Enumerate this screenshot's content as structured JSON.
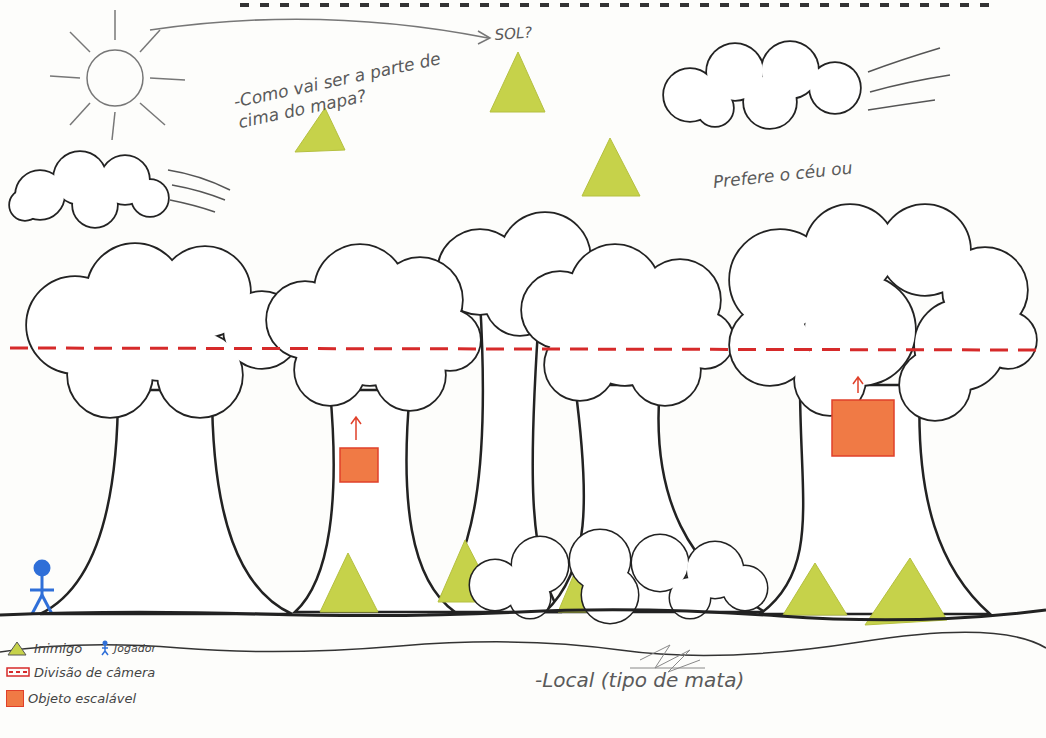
{
  "diagram": {
    "labels": [
      "SOL?",
      "-Como vai ser a parte de cima do mapa?",
      "Prefere o céu ou",
      "-Local (tipo de mata)"
    ],
    "legend": [
      {
        "text": "Inimigo"
      },
      {
        "text": "Jogador"
      },
      {
        "text": "Divisão de câmera"
      },
      {
        "text": "Objeto escalável",
        "color": "#f07a45"
      }
    ]
  }
}
